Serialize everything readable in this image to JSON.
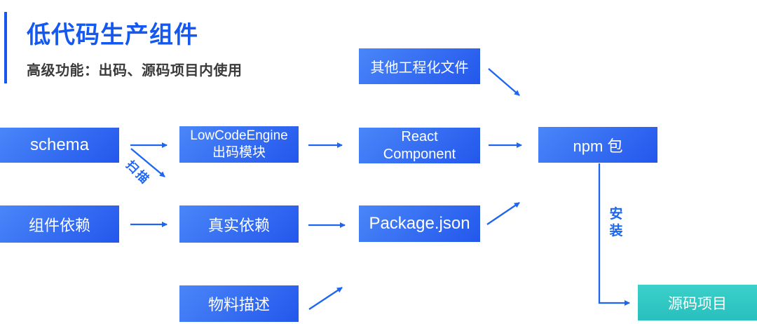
{
  "header": {
    "title": "低代码生产组件",
    "subtitle": "高级功能：出码、源码项目内使用"
  },
  "nodes": {
    "schema": {
      "label": "schema"
    },
    "component_deps": {
      "label": "组件依赖"
    },
    "material_desc": {
      "label": "物料描述"
    },
    "lowcode_module": {
      "label": "LowCodeEngine\n出码模块"
    },
    "real_deps": {
      "label": "真实依赖"
    },
    "other_eng_files": {
      "label": "其他工程化文件"
    },
    "react_component": {
      "label": "React\nComponent"
    },
    "package_json": {
      "label": "Package.json"
    },
    "npm_package": {
      "label": "npm 包"
    },
    "source_project": {
      "label": "源码项目"
    }
  },
  "edge_labels": {
    "scan": "扫描",
    "install": "安装"
  },
  "colors": {
    "accent_blue": "#1558EF",
    "box_gradient_start": "#4A86F8",
    "box_gradient_end": "#2357EC",
    "teal_box": "#2CC7C2",
    "arrow_blue": "#1C66F2",
    "subtitle_text": "#3A3A3A",
    "node_text": "#FFFFFF"
  }
}
